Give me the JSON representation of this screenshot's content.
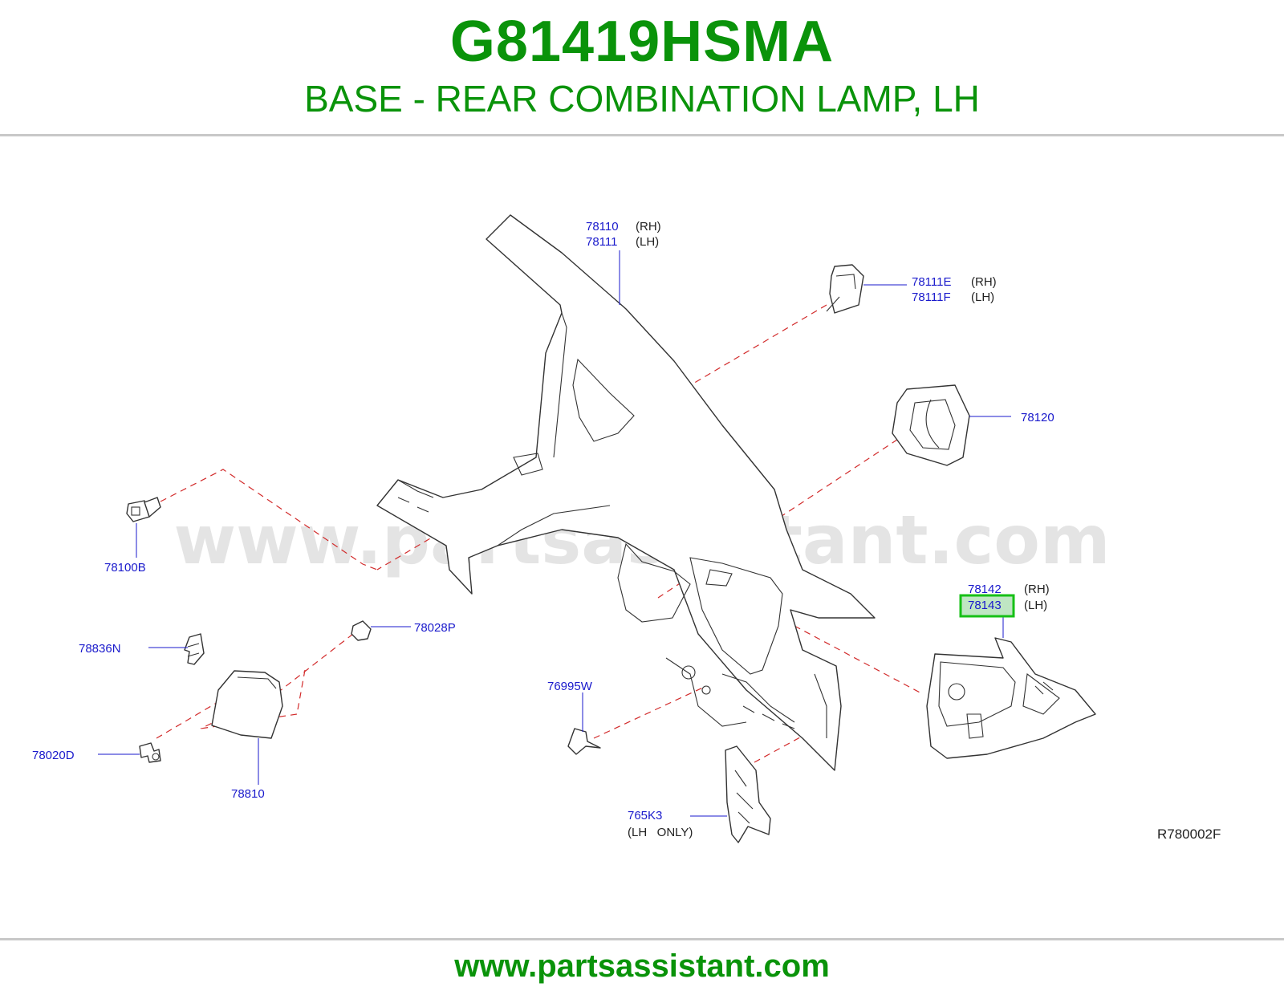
{
  "header": {
    "part_number": "G81419HSMA",
    "description": "BASE - REAR COMBINATION LAMP, LH"
  },
  "diagram": {
    "watermark": "www.partsassistant.com",
    "reference_code": "R780002F",
    "highlight_color": "#16c016",
    "callout_color": "#1a1acc",
    "dash_color": "#d22b2b",
    "callouts": {
      "c78110": {
        "code": "78110",
        "side": "(RH)"
      },
      "c78111": {
        "code": "78111",
        "side": "(LH)"
      },
      "c78111e": {
        "code": "78111E",
        "side": "(RH)"
      },
      "c78111f": {
        "code": "78111F",
        "side": "(LH)"
      },
      "c78120": {
        "code": "78120"
      },
      "c78100b": {
        "code": "78100B"
      },
      "c78142": {
        "code": "78142",
        "side": "(RH)"
      },
      "c78143": {
        "code": "78143",
        "side": "(LH)"
      },
      "c78028p": {
        "code": "78028P"
      },
      "c78836n": {
        "code": "78836N"
      },
      "c76995w": {
        "code": "76995W"
      },
      "c78020d": {
        "code": "78020D"
      },
      "c78810": {
        "code": "78810"
      },
      "c765k3": {
        "code": "765K3",
        "note": "(LH   ONLY)"
      }
    }
  },
  "footer": {
    "site": "www.partsassistant.com"
  }
}
